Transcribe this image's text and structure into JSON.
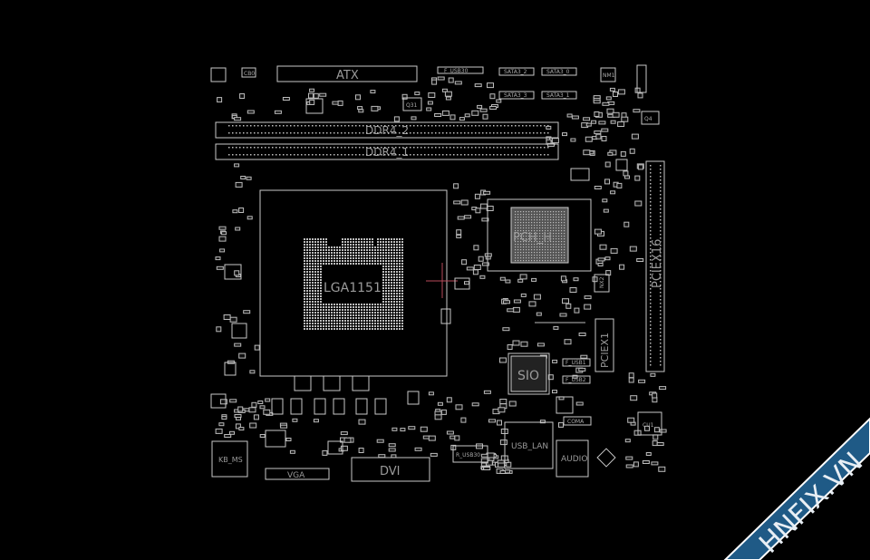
{
  "viewer": {
    "background": "#000000",
    "outline_color": "#c8c8c8",
    "cursor_color": "#b84a5a"
  },
  "components": {
    "atx": "ATX",
    "f_usb30": "F_USB30",
    "sata3_2": "SATA3_2",
    "sata3_0": "SATA3_0",
    "sata3_3": "SATA3_3",
    "sata3_1": "SATA3_1",
    "ddr4_2": "DDR4_2",
    "ddr4_1": "DDR4_1",
    "q31": "Q31",
    "q4": "Q4",
    "cb0": "CB0",
    "nm": "NM1",
    "cpu_socket": "LGA1151",
    "pch": "PCH_H",
    "pciex16": "PCIEX16",
    "pciex1": "PCIEX1",
    "nx2": "NX2",
    "sio": "SIO",
    "f_usb1": "F_USB1",
    "f_usb2": "F_USB2",
    "coma": "COMA",
    "cu1": "CU1",
    "usb_lan": "USB_LAN",
    "audio": "AUDIO",
    "kb_ms": "KB_MS",
    "vga": "VGA",
    "dvi": "DVI",
    "r_usb30": "R_USB30"
  },
  "watermark": {
    "text": "HNFIX.VN",
    "band_color": "#1f5a86",
    "accent_color": "#e02020"
  }
}
